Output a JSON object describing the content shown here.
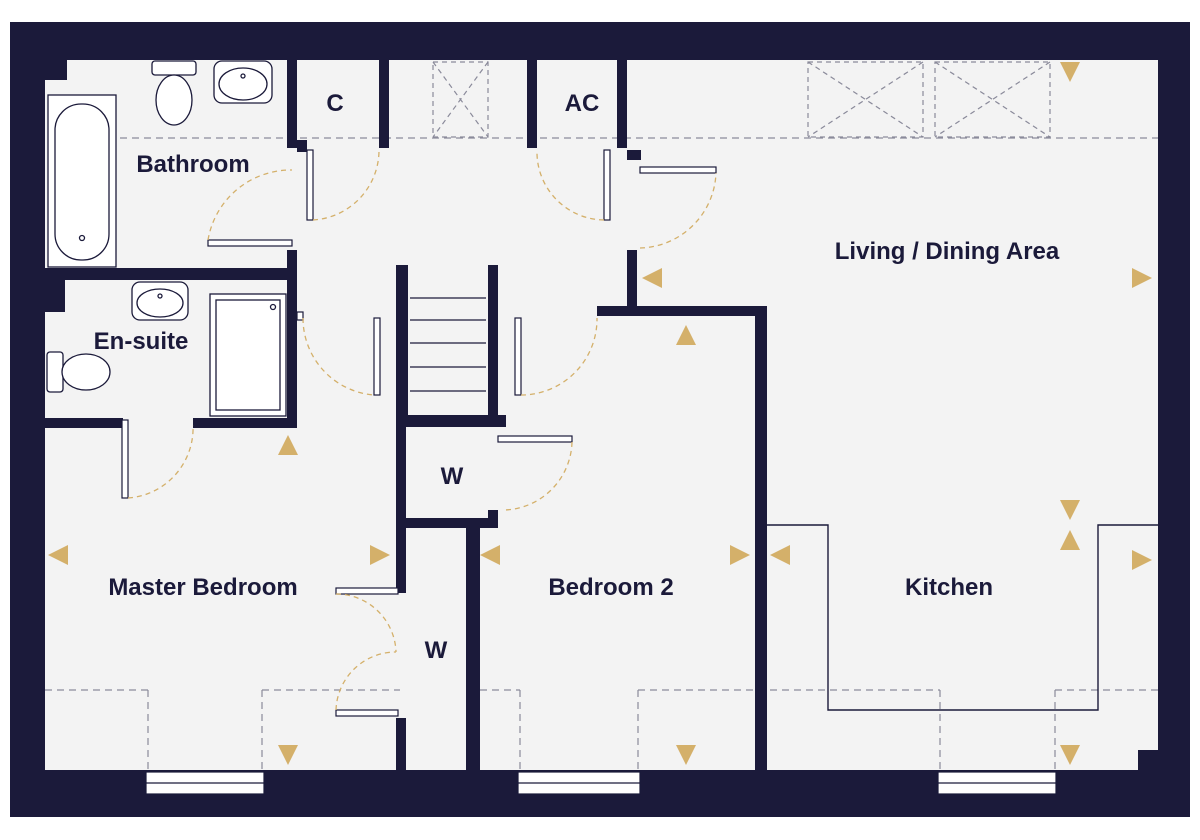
{
  "colors": {
    "wall": "#1b1a3a",
    "floor": "#f3f3f3",
    "door_swing": "#d4b06a",
    "arrow": "#d4b06a",
    "dashed": "#8a8a9a",
    "background": "#ffffff"
  },
  "rooms": {
    "bathroom": "Bathroom",
    "ensuite": "En-suite",
    "cupboard": "C",
    "airing_cupboard": "AC",
    "living_dining": "Living / Dining Area",
    "wardrobe_hall": "W",
    "wardrobe_master": "W",
    "master_bedroom": "Master Bedroom",
    "bedroom_2": "Bedroom 2",
    "kitchen": "Kitchen"
  },
  "icons": [
    "toilet-icon",
    "basin-icon",
    "bath-icon",
    "shower-tray-icon",
    "staircase-icon",
    "window-icon",
    "skylight-icon",
    "dimension-arrow-icon"
  ]
}
